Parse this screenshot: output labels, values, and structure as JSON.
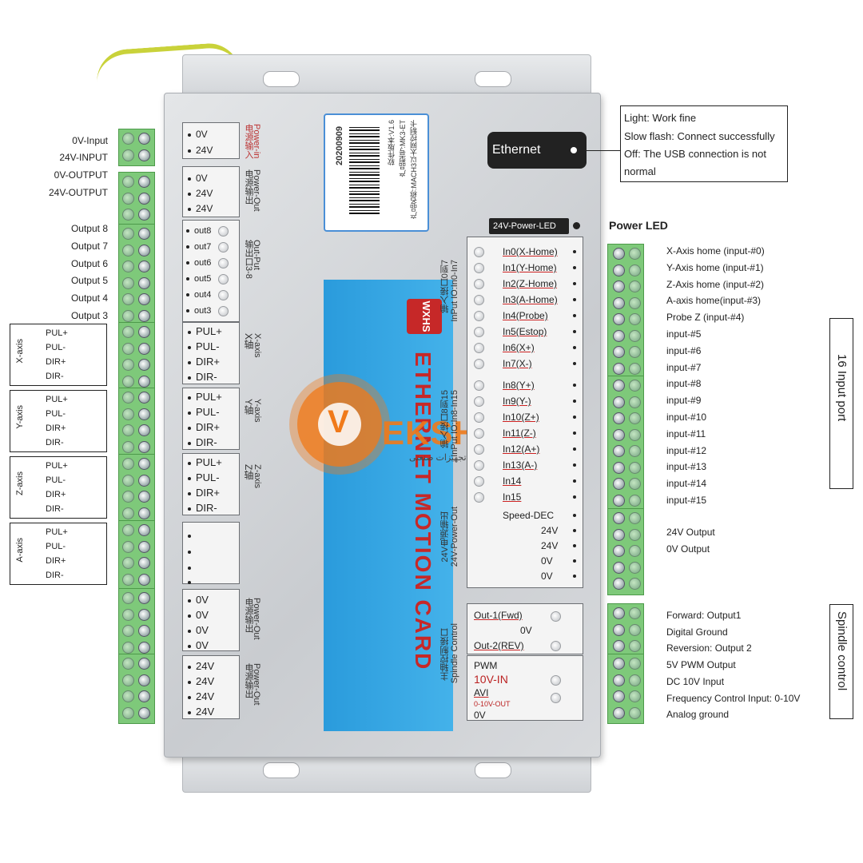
{
  "left_labels": {
    "power_in": [
      "0V-Input",
      "24V-INPUT"
    ],
    "power_out": [
      "0V-OUTPUT",
      "24V-OUTPUT"
    ],
    "outputs": [
      "Output 8",
      "Output 7",
      "Output 6",
      "Output 5",
      "Output 4",
      "Output 3"
    ],
    "axes": [
      {
        "name": "X-axis",
        "pins": [
          "PUL+",
          "PUL-",
          "DIR+",
          "DIR-"
        ]
      },
      {
        "name": "Y-axis",
        "pins": [
          "PUL+",
          "PUL-",
          "DIR+",
          "DIR-"
        ]
      },
      {
        "name": "Z-axis",
        "pins": [
          "PUL+",
          "PUL-",
          "DIR+",
          "DIR-"
        ]
      },
      {
        "name": "A-axis",
        "pins": [
          "PUL+",
          "PUL-",
          "DIR+",
          "DIR-"
        ]
      }
    ]
  },
  "right_labels": {
    "inputs": [
      "X-Axis home (input-#0)",
      "Y-Axis home (input-#1)",
      "Z-Axis home (input-#2)",
      "A-axis home(input-#3)",
      "Probe Z (input-#4)",
      "input-#5",
      "input-#6",
      "input-#7",
      "input-#8",
      "input-#9",
      "input-#10",
      "input-#11",
      "input-#12",
      "input-#13",
      "input-#14",
      "input-#15"
    ],
    "inputs_group": "16 Input port",
    "power": [
      "24V Output",
      "0V Output"
    ],
    "spindle": [
      "Forward: Output1",
      "Digital Ground",
      "Reversion: Output 2",
      "5V PWM Output",
      "DC 10V Input",
      "Frequency Control Input: 0-10V",
      "Analog ground"
    ],
    "spindle_group": "Spindle control"
  },
  "callouts": {
    "ethernet": "Ethernet",
    "ethernet_info": [
      "Light: Work fine",
      "Slow flash: Connect successfully",
      "Off: The USB connection is not",
      "normal"
    ],
    "power_led_tag": "24V-Power-LED",
    "power_led": "Power LED"
  },
  "board": {
    "power_in": [
      "0V",
      "24V"
    ],
    "power_in_cn": "电源输入",
    "power_in_en": "Power-in",
    "power_out_top": [
      "0V",
      "24V",
      "24V"
    ],
    "power_out_cn": "电源输出",
    "power_out_en": "Power-Out",
    "outputs": [
      "out8",
      "out7",
      "out6",
      "out5",
      "out4",
      "out3"
    ],
    "outputs_cn": "输出口3-8",
    "outputs_en": "Out-Put",
    "axis_pins": [
      "PUL+",
      "PUL-",
      "DIR+",
      "DIR-"
    ],
    "axes": [
      {
        "cn": "X轴",
        "en": "X-axis"
      },
      {
        "cn": "Y轴",
        "en": "Y-axis"
      },
      {
        "cn": "Z轴",
        "en": "Z-axis"
      }
    ],
    "power_0v": [
      "0V",
      "0V",
      "0V",
      "0V"
    ],
    "power_24v": [
      "24V",
      "24V",
      "24V",
      "24V"
    ],
    "label_lines": [
      "产品名称:MACH3以太网控制卡",
      "产品型号:MK3-ET",
      "软件版本:V1.6"
    ],
    "serial": "20200909",
    "brand": "WXHS",
    "title": "ETHERNET MOTION CARD",
    "inputs": [
      "In0(X-Home)",
      "In1(Y-Home)",
      "In2(Z-Home)",
      "In3(A-Home)",
      "In4(Probe)",
      "In5(Estop)",
      "In6(X+)",
      "In7(X-)",
      "In8(Y+)",
      "In9(Y-)",
      "In10(Z+)",
      "In11(Z-)",
      "In12(A+)",
      "In13(A-)",
      "In14",
      "In15"
    ],
    "input_group1": "InPut IO:In0-In7",
    "input_group1_cn": "输入接口0到7",
    "input_group2": "InPut IO:In8-In15",
    "input_group2_cn": "输入接口8到15",
    "power_pins": [
      "Speed-DEC",
      "24V",
      "24V",
      "0V",
      "0V"
    ],
    "power_group": "24V-Power-Out",
    "power_group_cn": "24V电源输出",
    "spindle_pins": [
      "Out-1(Fwd)",
      "0V",
      "Out-2(REV)"
    ],
    "spindle_pins2": [
      "PWM",
      "10V-IN",
      "AVI",
      "0-10V-OUT",
      "0V"
    ],
    "spindle_group": "Spindle Control",
    "spindle_group_cn": "主轴控制接口"
  },
  "watermark": {
    "text": "EKSHOP",
    "prefix": "V",
    "sub": "قطعات و تجهیزات صنعتی"
  }
}
